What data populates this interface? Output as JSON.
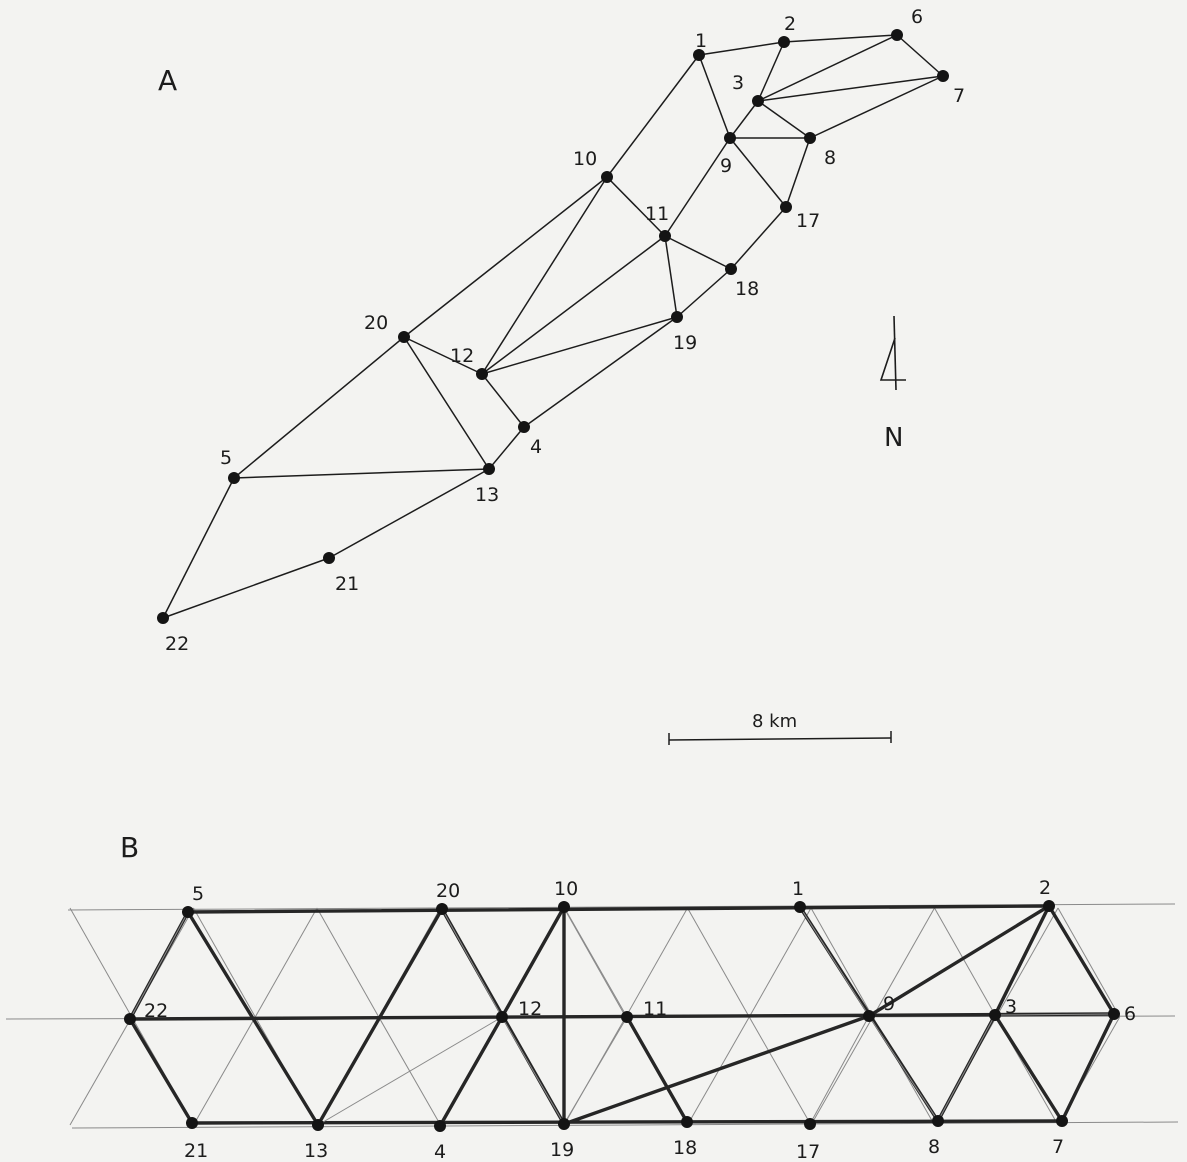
{
  "panel_a": {
    "label": "A",
    "north_label": "N",
    "scale_label": "8 km",
    "nodes": [
      {
        "id": "1",
        "label": "1"
      },
      {
        "id": "2",
        "label": "2"
      },
      {
        "id": "3",
        "label": "3"
      },
      {
        "id": "4",
        "label": "4"
      },
      {
        "id": "5",
        "label": "5"
      },
      {
        "id": "6",
        "label": "6"
      },
      {
        "id": "7",
        "label": "7"
      },
      {
        "id": "8",
        "label": "8"
      },
      {
        "id": "9",
        "label": "9"
      },
      {
        "id": "10",
        "label": "10"
      },
      {
        "id": "11",
        "label": "11"
      },
      {
        "id": "12",
        "label": "12"
      },
      {
        "id": "13",
        "label": "13"
      },
      {
        "id": "17",
        "label": "17"
      },
      {
        "id": "18",
        "label": "18"
      },
      {
        "id": "19",
        "label": "19"
      },
      {
        "id": "20",
        "label": "20"
      },
      {
        "id": "21",
        "label": "21"
      },
      {
        "id": "22",
        "label": "22"
      }
    ],
    "edges": [
      [
        "1",
        "2"
      ],
      [
        "2",
        "6"
      ],
      [
        "6",
        "7"
      ],
      [
        "1",
        "10"
      ],
      [
        "1",
        "9"
      ],
      [
        "2",
        "3"
      ],
      [
        "3",
        "6"
      ],
      [
        "3",
        "7"
      ],
      [
        "3",
        "9"
      ],
      [
        "3",
        "8"
      ],
      [
        "7",
        "8"
      ],
      [
        "9",
        "8"
      ],
      [
        "9",
        "17"
      ],
      [
        "8",
        "17"
      ],
      [
        "9",
        "11"
      ],
      [
        "10",
        "11"
      ],
      [
        "10",
        "20"
      ],
      [
        "10",
        "12"
      ],
      [
        "11",
        "18"
      ],
      [
        "17",
        "18"
      ],
      [
        "11",
        "12"
      ],
      [
        "11",
        "19"
      ],
      [
        "18",
        "19"
      ],
      [
        "12",
        "19"
      ],
      [
        "20",
        "12"
      ],
      [
        "12",
        "4"
      ],
      [
        "19",
        "4"
      ],
      [
        "20",
        "5"
      ],
      [
        "20",
        "13"
      ],
      [
        "4",
        "13"
      ],
      [
        "5",
        "13"
      ],
      [
        "13",
        "21"
      ],
      [
        "5",
        "22"
      ],
      [
        "21",
        "22"
      ]
    ]
  },
  "panel_b": {
    "label": "B",
    "nodes": [
      {
        "id": "5",
        "label": "5"
      },
      {
        "id": "20",
        "label": "20"
      },
      {
        "id": "10",
        "label": "10"
      },
      {
        "id": "1",
        "label": "1"
      },
      {
        "id": "2",
        "label": "2"
      },
      {
        "id": "22",
        "label": "22"
      },
      {
        "id": "12",
        "label": "12"
      },
      {
        "id": "11",
        "label": "11"
      },
      {
        "id": "9",
        "label": "9"
      },
      {
        "id": "3",
        "label": "3"
      },
      {
        "id": "6",
        "label": "6"
      },
      {
        "id": "21",
        "label": "21"
      },
      {
        "id": "13",
        "label": "13"
      },
      {
        "id": "4",
        "label": "4"
      },
      {
        "id": "19",
        "label": "19"
      },
      {
        "id": "18",
        "label": "18"
      },
      {
        "id": "17",
        "label": "17"
      },
      {
        "id": "8",
        "label": "8"
      },
      {
        "id": "7",
        "label": "7"
      }
    ],
    "bold_edges": [
      [
        "5",
        "2"
      ],
      [
        "22",
        "6"
      ],
      [
        "21",
        "7"
      ],
      [
        "5",
        "22"
      ],
      [
        "22",
        "21"
      ],
      [
        "5",
        "13"
      ],
      [
        "13",
        "20"
      ],
      [
        "20",
        "19"
      ],
      [
        "19",
        "10"
      ],
      [
        "10",
        "12"
      ],
      [
        "12",
        "4"
      ],
      [
        "11",
        "18"
      ],
      [
        "1",
        "8"
      ],
      [
        "8",
        "3"
      ],
      [
        "3",
        "2"
      ],
      [
        "2",
        "9"
      ],
      [
        "9",
        "19"
      ],
      [
        "3",
        "7"
      ],
      [
        "7",
        "6"
      ],
      [
        "6",
        "2"
      ]
    ]
  }
}
